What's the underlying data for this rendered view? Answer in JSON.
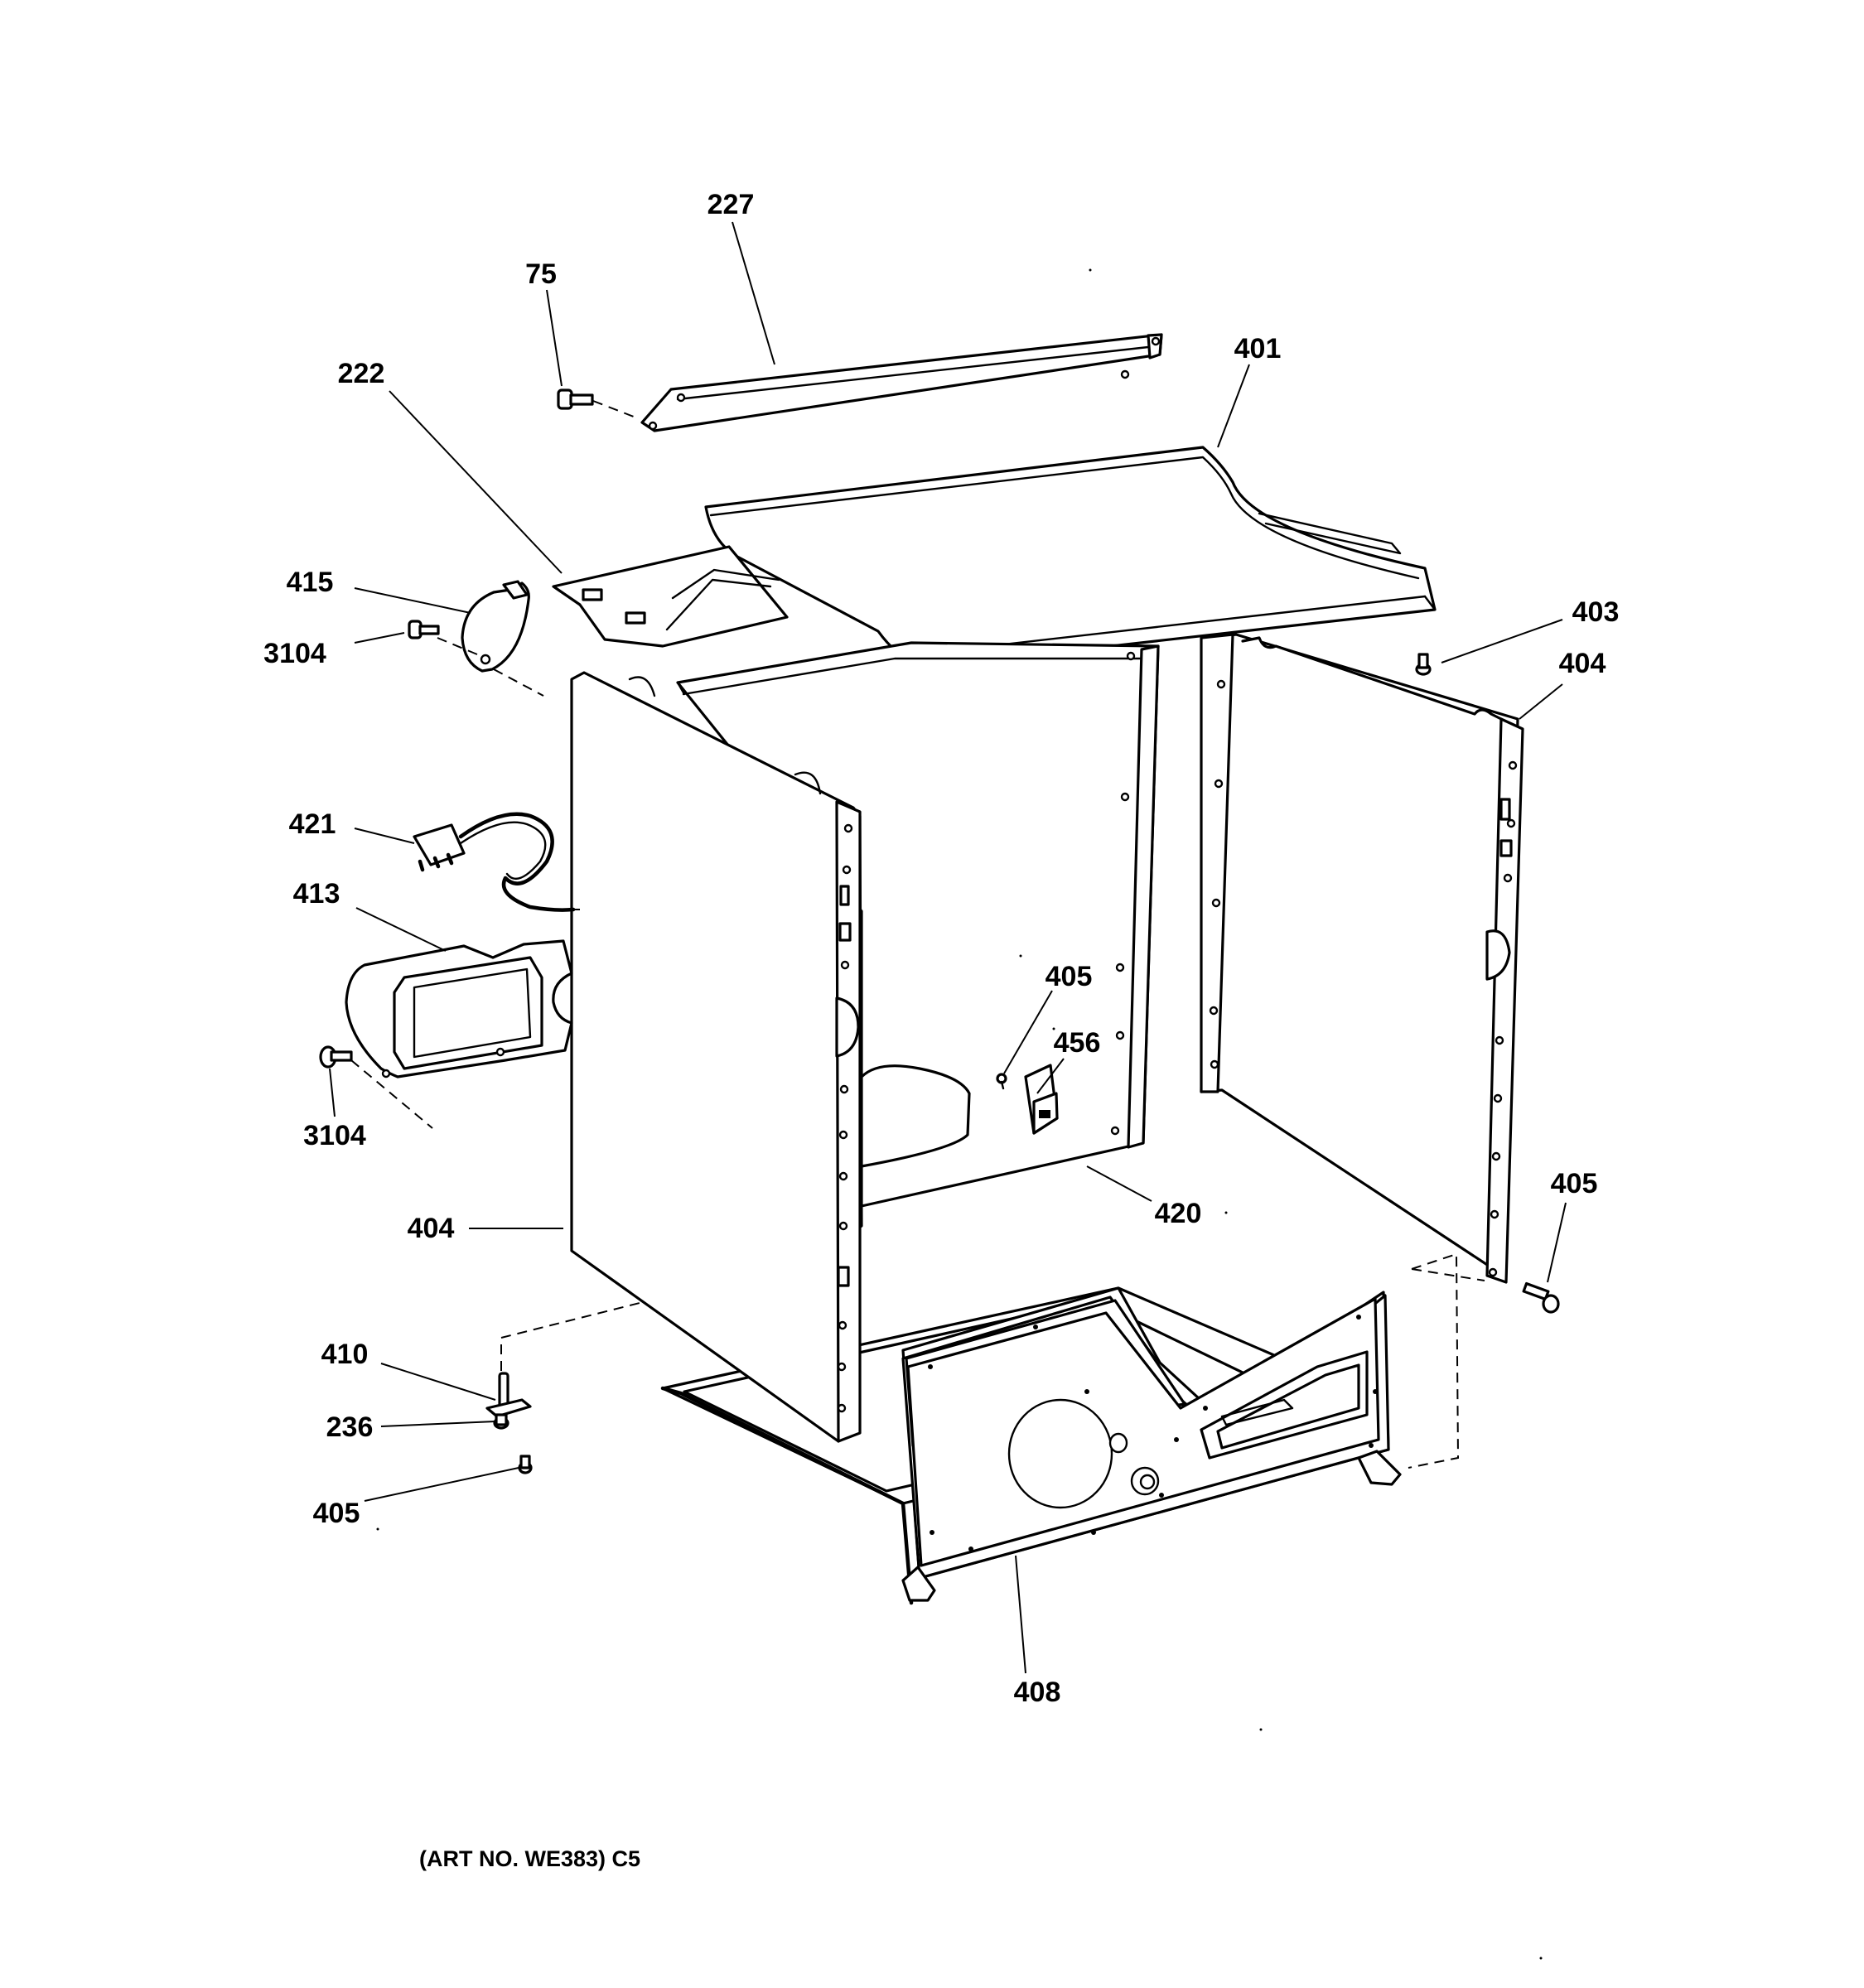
{
  "callouts": {
    "p227": "227",
    "p75": "75",
    "p222": "222",
    "p401": "401",
    "p415": "415",
    "p3104_top": "3104",
    "p403": "403",
    "p404_right": "404",
    "p421": "421",
    "p413": "413",
    "p405_center": "405",
    "p456": "456",
    "p3104_bottom": "3104",
    "p404_left": "404",
    "p420": "420",
    "p405_right": "405",
    "p410": "410",
    "p236": "236",
    "p405_bottom": "405",
    "p408": "408"
  },
  "caption": "(ART NO. WE383) C5"
}
